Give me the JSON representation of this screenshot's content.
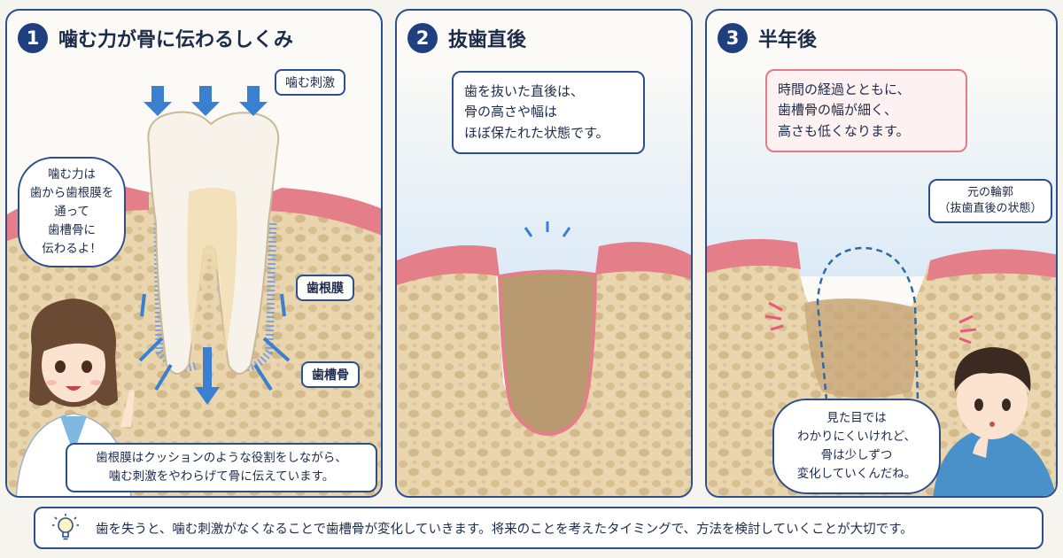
{
  "panels": [
    {
      "number": "1",
      "title": "噛む力が骨に伝わるしくみ",
      "stimulus_label": "噛む刺激",
      "speech": "噛む力は\n歯から歯根膜を\n通って\n歯槽骨に\n伝わるよ！",
      "ligament_label": "歯根膜",
      "bone_label": "歯槽骨",
      "caption": "歯根膜はクッションのような役割をしながら、\n噛む刺激をやわらげて骨に伝えています。"
    },
    {
      "number": "2",
      "title": "抜歯直後",
      "note": "歯を抜いた直後は、\n骨の高さや幅は\nほぼ保たれた状態です。"
    },
    {
      "number": "3",
      "title": "半年後",
      "note": "時間の経過とともに、\n歯槽骨の幅が細く、\n高さも低くなります。",
      "outline_label": "元の輪郭\n（抜歯直後の状態）",
      "speech": "見た目では\nわかりにくいけれど、\n骨は少しずつ\n変化していくんだね。"
    }
  ],
  "footer": {
    "icon": "lightbulb-icon",
    "text": "歯を失うと、噛む刺激がなくなることで歯槽骨が変化していきます。将来のことを考えたタイミングで、方法を検討していくことが大切です。"
  },
  "colors": {
    "accent": "#2d4f8e",
    "gum": "#e47f8a",
    "bone": "#e9d5ac",
    "arrow": "#3a7fd0",
    "socket": "#b99a70"
  }
}
